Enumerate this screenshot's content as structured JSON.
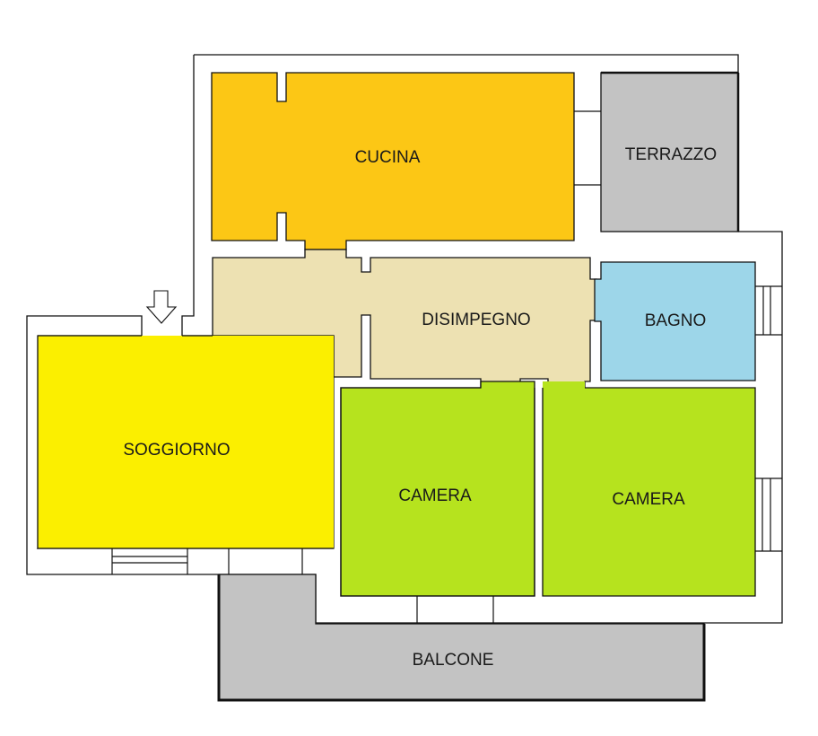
{
  "floorplan": {
    "colors": {
      "cucina": "#FCC715",
      "terrazzo": "#C3C3C3",
      "disimpegno": "#EDE1B2",
      "bagno": "#9DD6E9",
      "soggiorno": "#FBEF00",
      "camera": "#B6E31E",
      "balcone": "#C3C3C3",
      "walls": "#111111",
      "background": "#FFFFFF"
    },
    "rooms": [
      {
        "id": "cucina",
        "label": "CUCINA"
      },
      {
        "id": "terrazzo",
        "label": "TERRAZZO"
      },
      {
        "id": "disimpegno",
        "label": "DISIMPEGNO"
      },
      {
        "id": "bagno",
        "label": "BAGNO"
      },
      {
        "id": "soggiorno",
        "label": "SOGGIORNO"
      },
      {
        "id": "camera1",
        "label": "CAMERA"
      },
      {
        "id": "camera2",
        "label": "CAMERA"
      },
      {
        "id": "balcone",
        "label": "BALCONE"
      }
    ],
    "entrance_icon": "arrow-down-icon"
  }
}
